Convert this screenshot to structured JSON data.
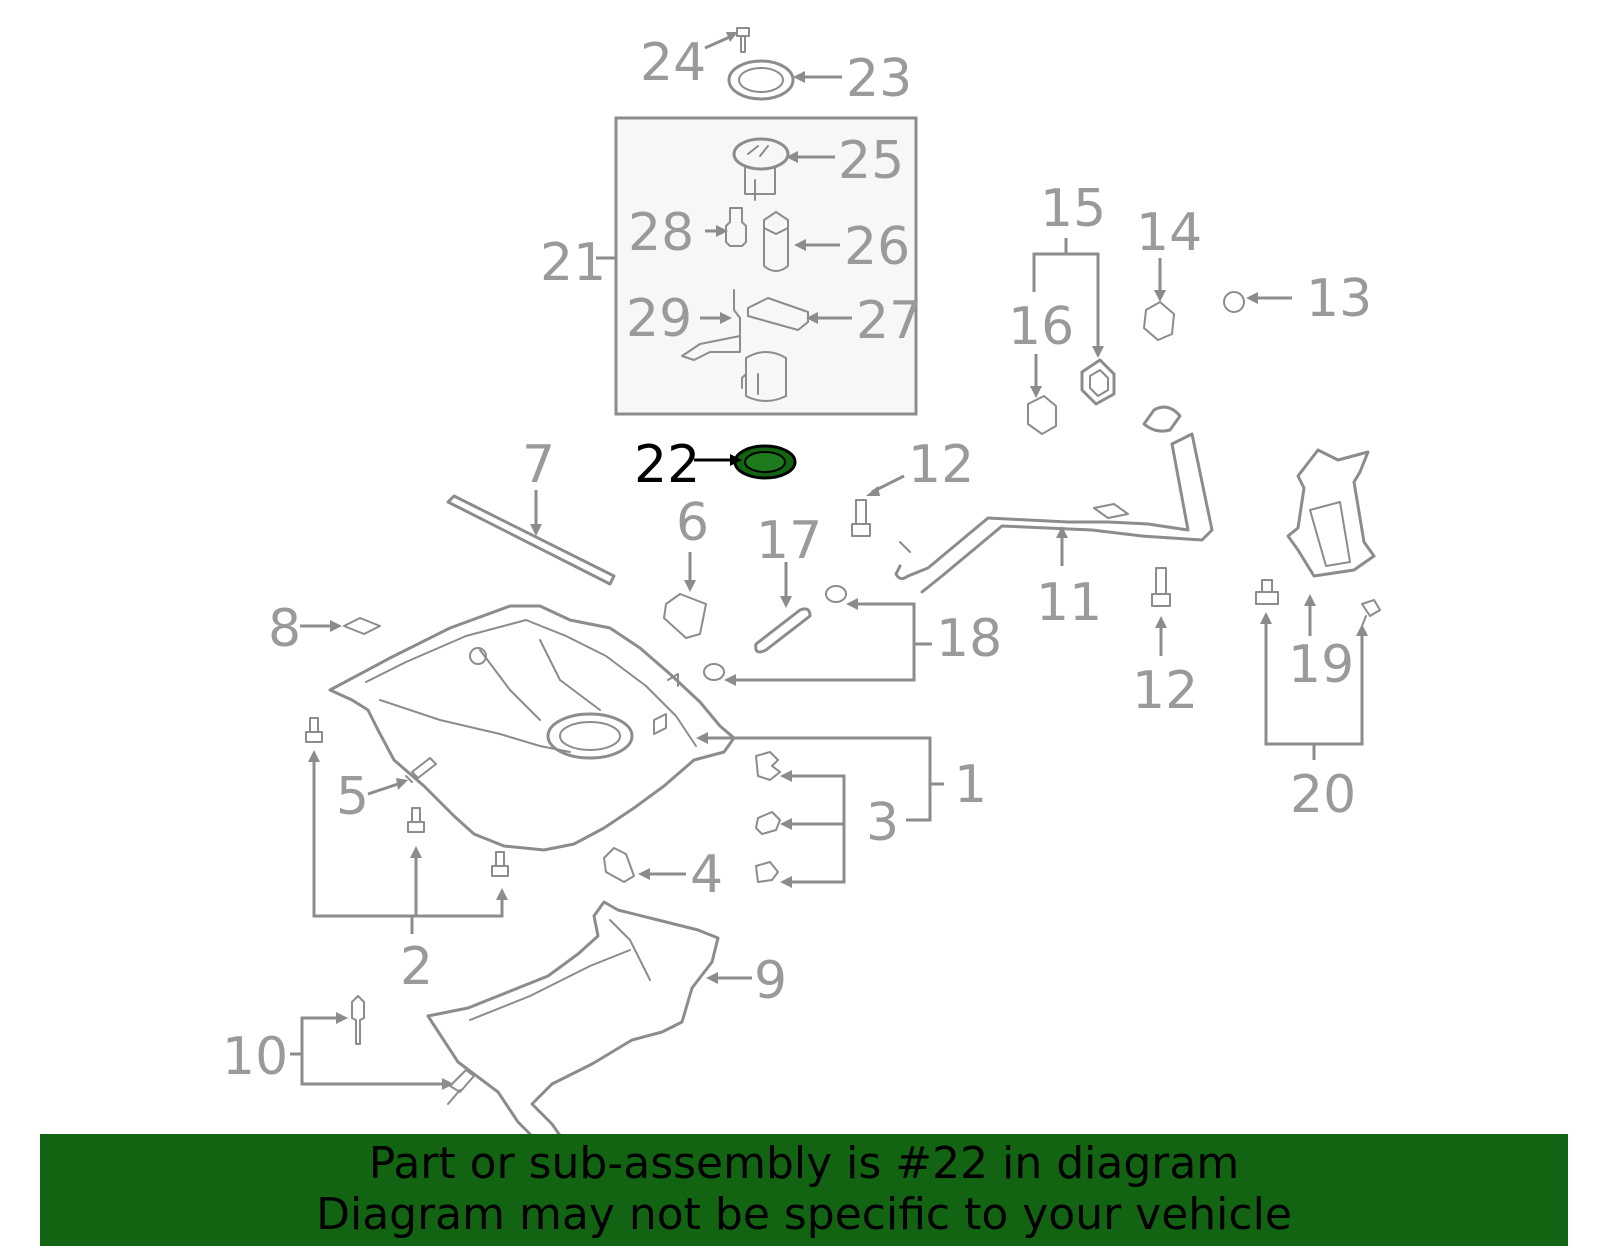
{
  "callouts": {
    "c1": "1",
    "c2": "2",
    "c3": "3",
    "c4": "4",
    "c5": "5",
    "c6": "6",
    "c7": "7",
    "c8": "8",
    "c9": "9",
    "c10": "10",
    "c11": "11",
    "c12a": "12",
    "c12b": "12",
    "c13": "13",
    "c14": "14",
    "c15": "15",
    "c16": "16",
    "c17": "17",
    "c18": "18",
    "c19": "19",
    "c20": "20",
    "c21": "21",
    "c22": "22",
    "c23": "23",
    "c24": "24",
    "c25": "25",
    "c26": "26",
    "c27": "27",
    "c28": "28",
    "c29": "29"
  },
  "highlight": {
    "part_number": "22",
    "color": "#126412"
  },
  "colors": {
    "line": "#8c8c8c",
    "label": "#9a9a9a",
    "banner_bg": "#126412"
  },
  "banner": {
    "line1": "Part or sub-assembly is #22 in diagram",
    "line2": "Diagram may not be specific to your vehicle"
  }
}
